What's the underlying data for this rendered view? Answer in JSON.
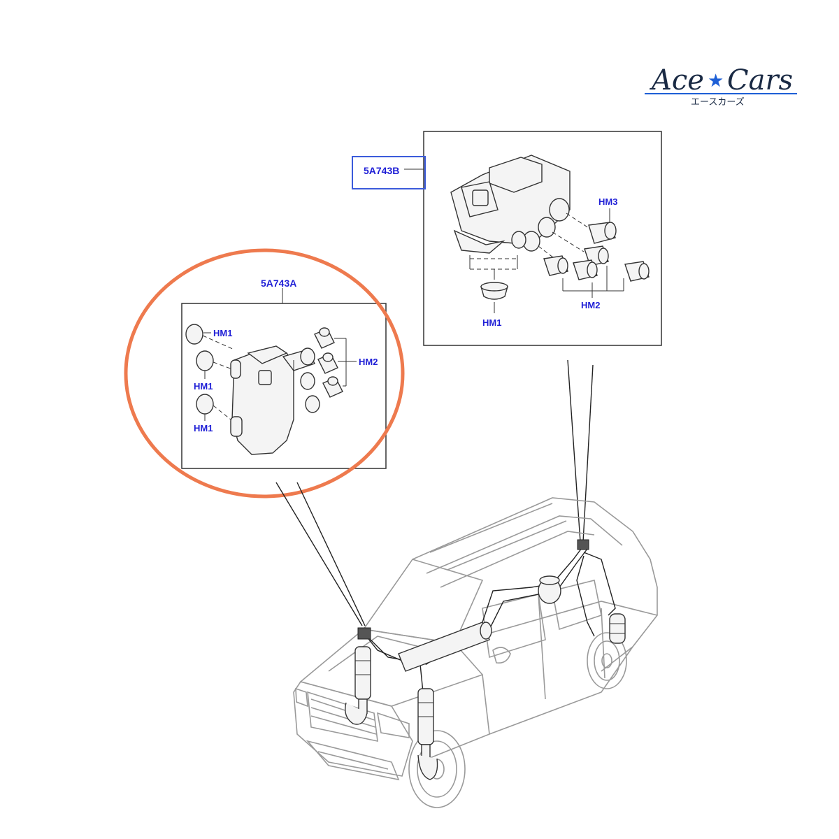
{
  "logo": {
    "brand_left": "Ace",
    "brand_right": "Cars",
    "brand_star": "★",
    "subtitle": "エースカーズ",
    "accent_color": "#1e5fd6",
    "text_color": "#1a2a44"
  },
  "highlight_color": "#ee7a4e",
  "label_color": "#1f1fd6",
  "callouts": {
    "part_a": "5A743A",
    "part_b": "5A743B"
  },
  "inset_a": {
    "hm1_top": "HM1",
    "hm1_mid": "HM1",
    "hm1_bottom": "HM1",
    "hm2": "HM2"
  },
  "inset_b": {
    "hm3": "HM3",
    "hm2": "HM2",
    "hm1": "HM1"
  }
}
